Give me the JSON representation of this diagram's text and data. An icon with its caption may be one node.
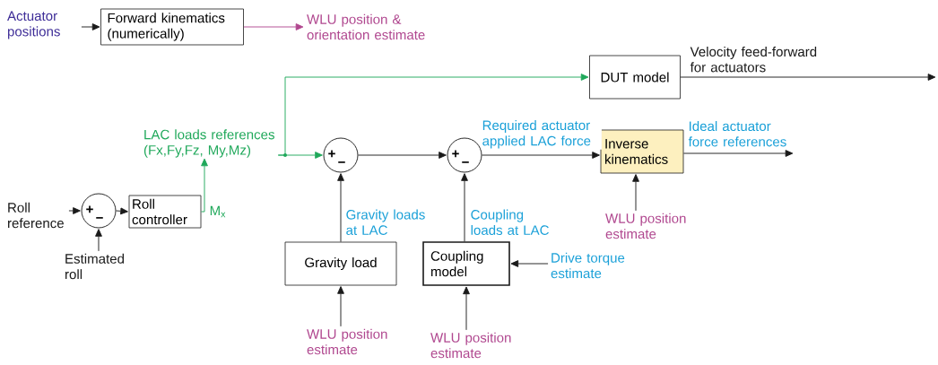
{
  "diagram": {
    "nodes": [
      {
        "text": [
          "Actuator positions"
        ]
      },
      {
        "text": [
          "Forward kinematics (numerically)"
        ]
      },
      {
        "text": [
          "WLU position & orientation estimate"
        ]
      },
      {
        "text": [
          "DUT model"
        ]
      },
      {
        "text": [
          "LAC loads references (Fx,Fy,Fz, My,Mz)"
        ]
      },
      {
        "text": [
          "Roll reference"
        ]
      },
      {
        "text": [
          "+",
          "−"
        ]
      },
      {
        "text": [
          "Estimated roll"
        ]
      },
      {
        "text": [
          "Roll controller"
        ]
      },
      {
        "text": [
          "+",
          "−"
        ]
      },
      {
        "text": [
          "+",
          "−"
        ]
      },
      {
        "text": [
          "Inverse kinematics"
        ]
      },
      {
        "text": [
          "Gravity load"
        ]
      },
      {
        "text": [
          "Coupling model"
        ]
      },
      {
        "text": [
          "Drive torque estimate"
        ]
      },
      {
        "text": [
          "WLU position estimate"
        ]
      },
      {
        "text": [
          "WLU position estimate"
        ]
      },
      {
        "text": [
          "WLU position estimate"
        ]
      }
    ],
    "edges": [
      {
        "from": 0,
        "to": 1,
        "arrow": "to"
      },
      {
        "from": 1,
        "to": 2,
        "arrow": "to",
        "color": "#b0478f"
      },
      {
        "from": 5,
        "to": 6,
        "arrow": "to"
      },
      {
        "from": 7,
        "to": 6,
        "arrow": "to"
      },
      {
        "from": 6,
        "to": 8,
        "arrow": "to"
      },
      {
        "from": 8,
        "to": 4,
        "arrow": "to",
        "label": "M$_{x}$",
        "color": "#1fa85a"
      },
      {
        "from": 4,
        "to": 9,
        "arrow": "to",
        "color": "#1fa85a"
      },
      {
        "from": 4,
        "to": 3,
        "arrow": "to",
        "color": "#1fa85a"
      },
      {
        "from": 9,
        "to": 10,
        "arrow": "to"
      },
      {
        "from": 10,
        "to": 11,
        "arrow": "to",
        "label": "Required actuator applied LAC force"
      },
      {
        "from": 11,
        "to": null,
        "arrow": "to",
        "label": "Ideal actuator force references"
      },
      {
        "from": 3,
        "to": null,
        "arrow": "to",
        "label": "Velocity feed-forward for actuators"
      },
      {
        "from": 12,
        "to": 9,
        "arrow": "to",
        "label": "Gravity loads at LAC"
      },
      {
        "from": 13,
        "to": 10,
        "arrow": "to",
        "label": "Coupling loads at LAC"
      },
      {
        "from": 14,
        "to": 13,
        "arrow": "to"
      },
      {
        "from": 15,
        "to": 11,
        "arrow": "to"
      },
      {
        "from": 16,
        "to": 12,
        "arrow": "to"
      },
      {
        "from": 17,
        "to": 13,
        "arrow": "to"
      }
    ]
  }
}
